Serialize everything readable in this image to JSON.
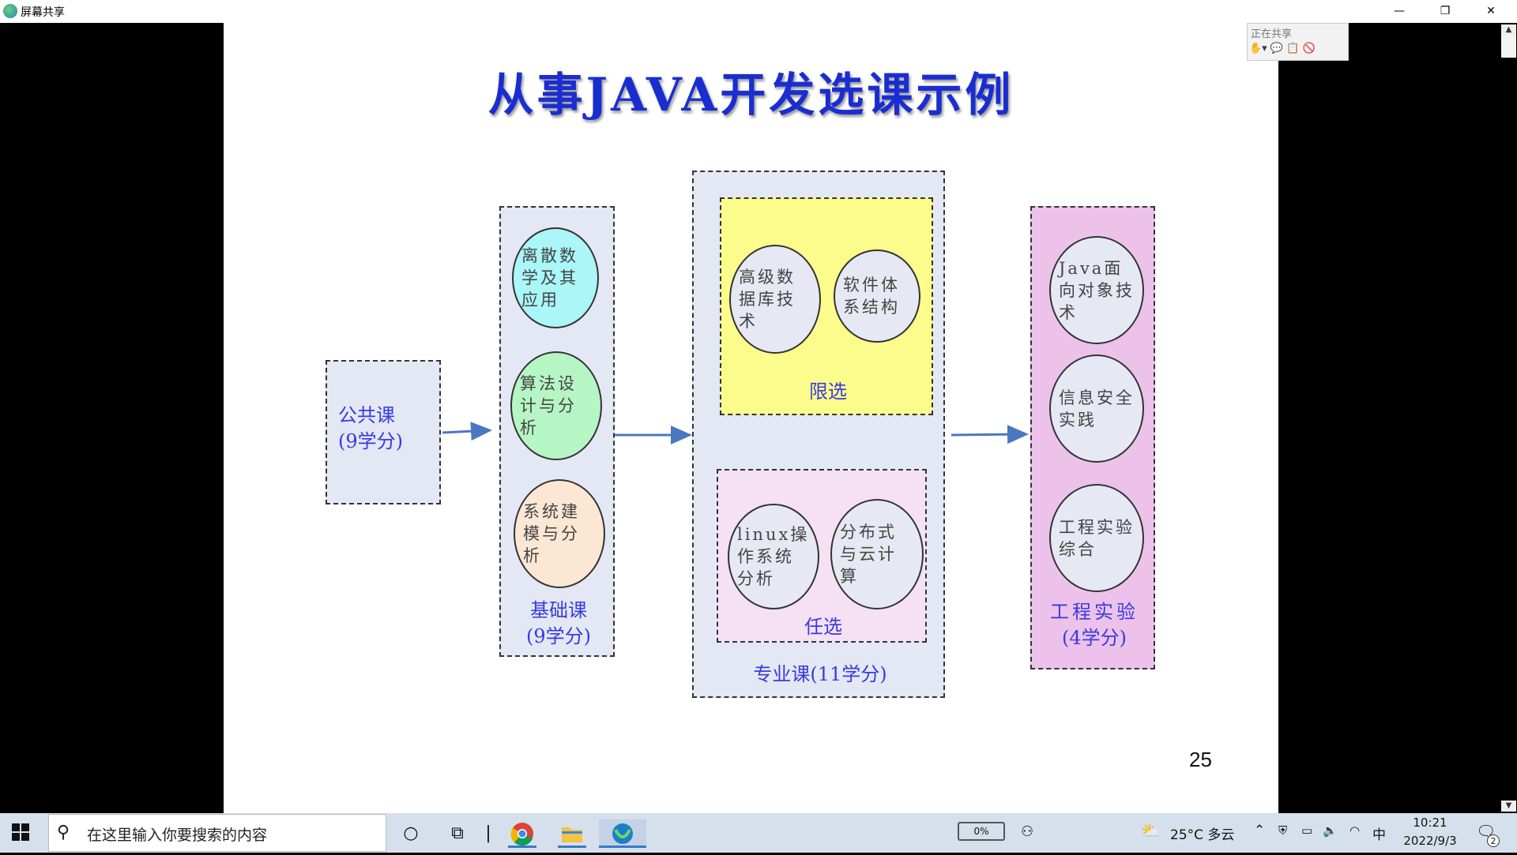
{
  "window": {
    "title": "屏幕共享",
    "minimize": "—",
    "restore": "❐",
    "close": "✕"
  },
  "share_toolbar": {
    "label": "正在共享",
    "icons": "✋▾  💬 📋 🚫"
  },
  "slide": {
    "title": "从事JAVA开发选课示例",
    "page_number": "25",
    "public_course": {
      "name": "公共课",
      "credits": "(9学分)"
    },
    "basic": {
      "label": "基础课",
      "credits": "(9学分)",
      "items": [
        "离散数学及其应用",
        "算法设计与分析",
        "系统建模与分析"
      ]
    },
    "major": {
      "label": "专业课(11学分)",
      "restricted": {
        "label": "限选",
        "items": [
          "高级数据库技术",
          "软件体系结构"
        ]
      },
      "elective": {
        "label": "任选",
        "items": [
          "linux操作系统分析",
          "分布式与云计算"
        ]
      }
    },
    "engineering": {
      "label": "工程实验",
      "credits": "(4学分)",
      "items": [
        "Java面向对象技术",
        "信息安全实践",
        "工程实验综合"
      ]
    }
  },
  "taskbar": {
    "search_placeholder": "在这里输入你要搜索的内容",
    "battery": "0%",
    "weather": "25°C  多云",
    "ime": "中",
    "time": "10:21",
    "date": "2022/9/3",
    "notification_count": "2"
  },
  "colors": {
    "title_blue": "#1a2dd0",
    "label_blue": "#3a3ae0",
    "box_bg": "#e3e8f4",
    "cyan": "#aaf6f8",
    "green": "#b6f5c4",
    "peach": "#fbe7d4",
    "yellow": "#fcfc8c",
    "pink_light": "#f5e1f3",
    "pink": "#ecc2ea",
    "ellipse_gray": "#e6e9f3"
  }
}
